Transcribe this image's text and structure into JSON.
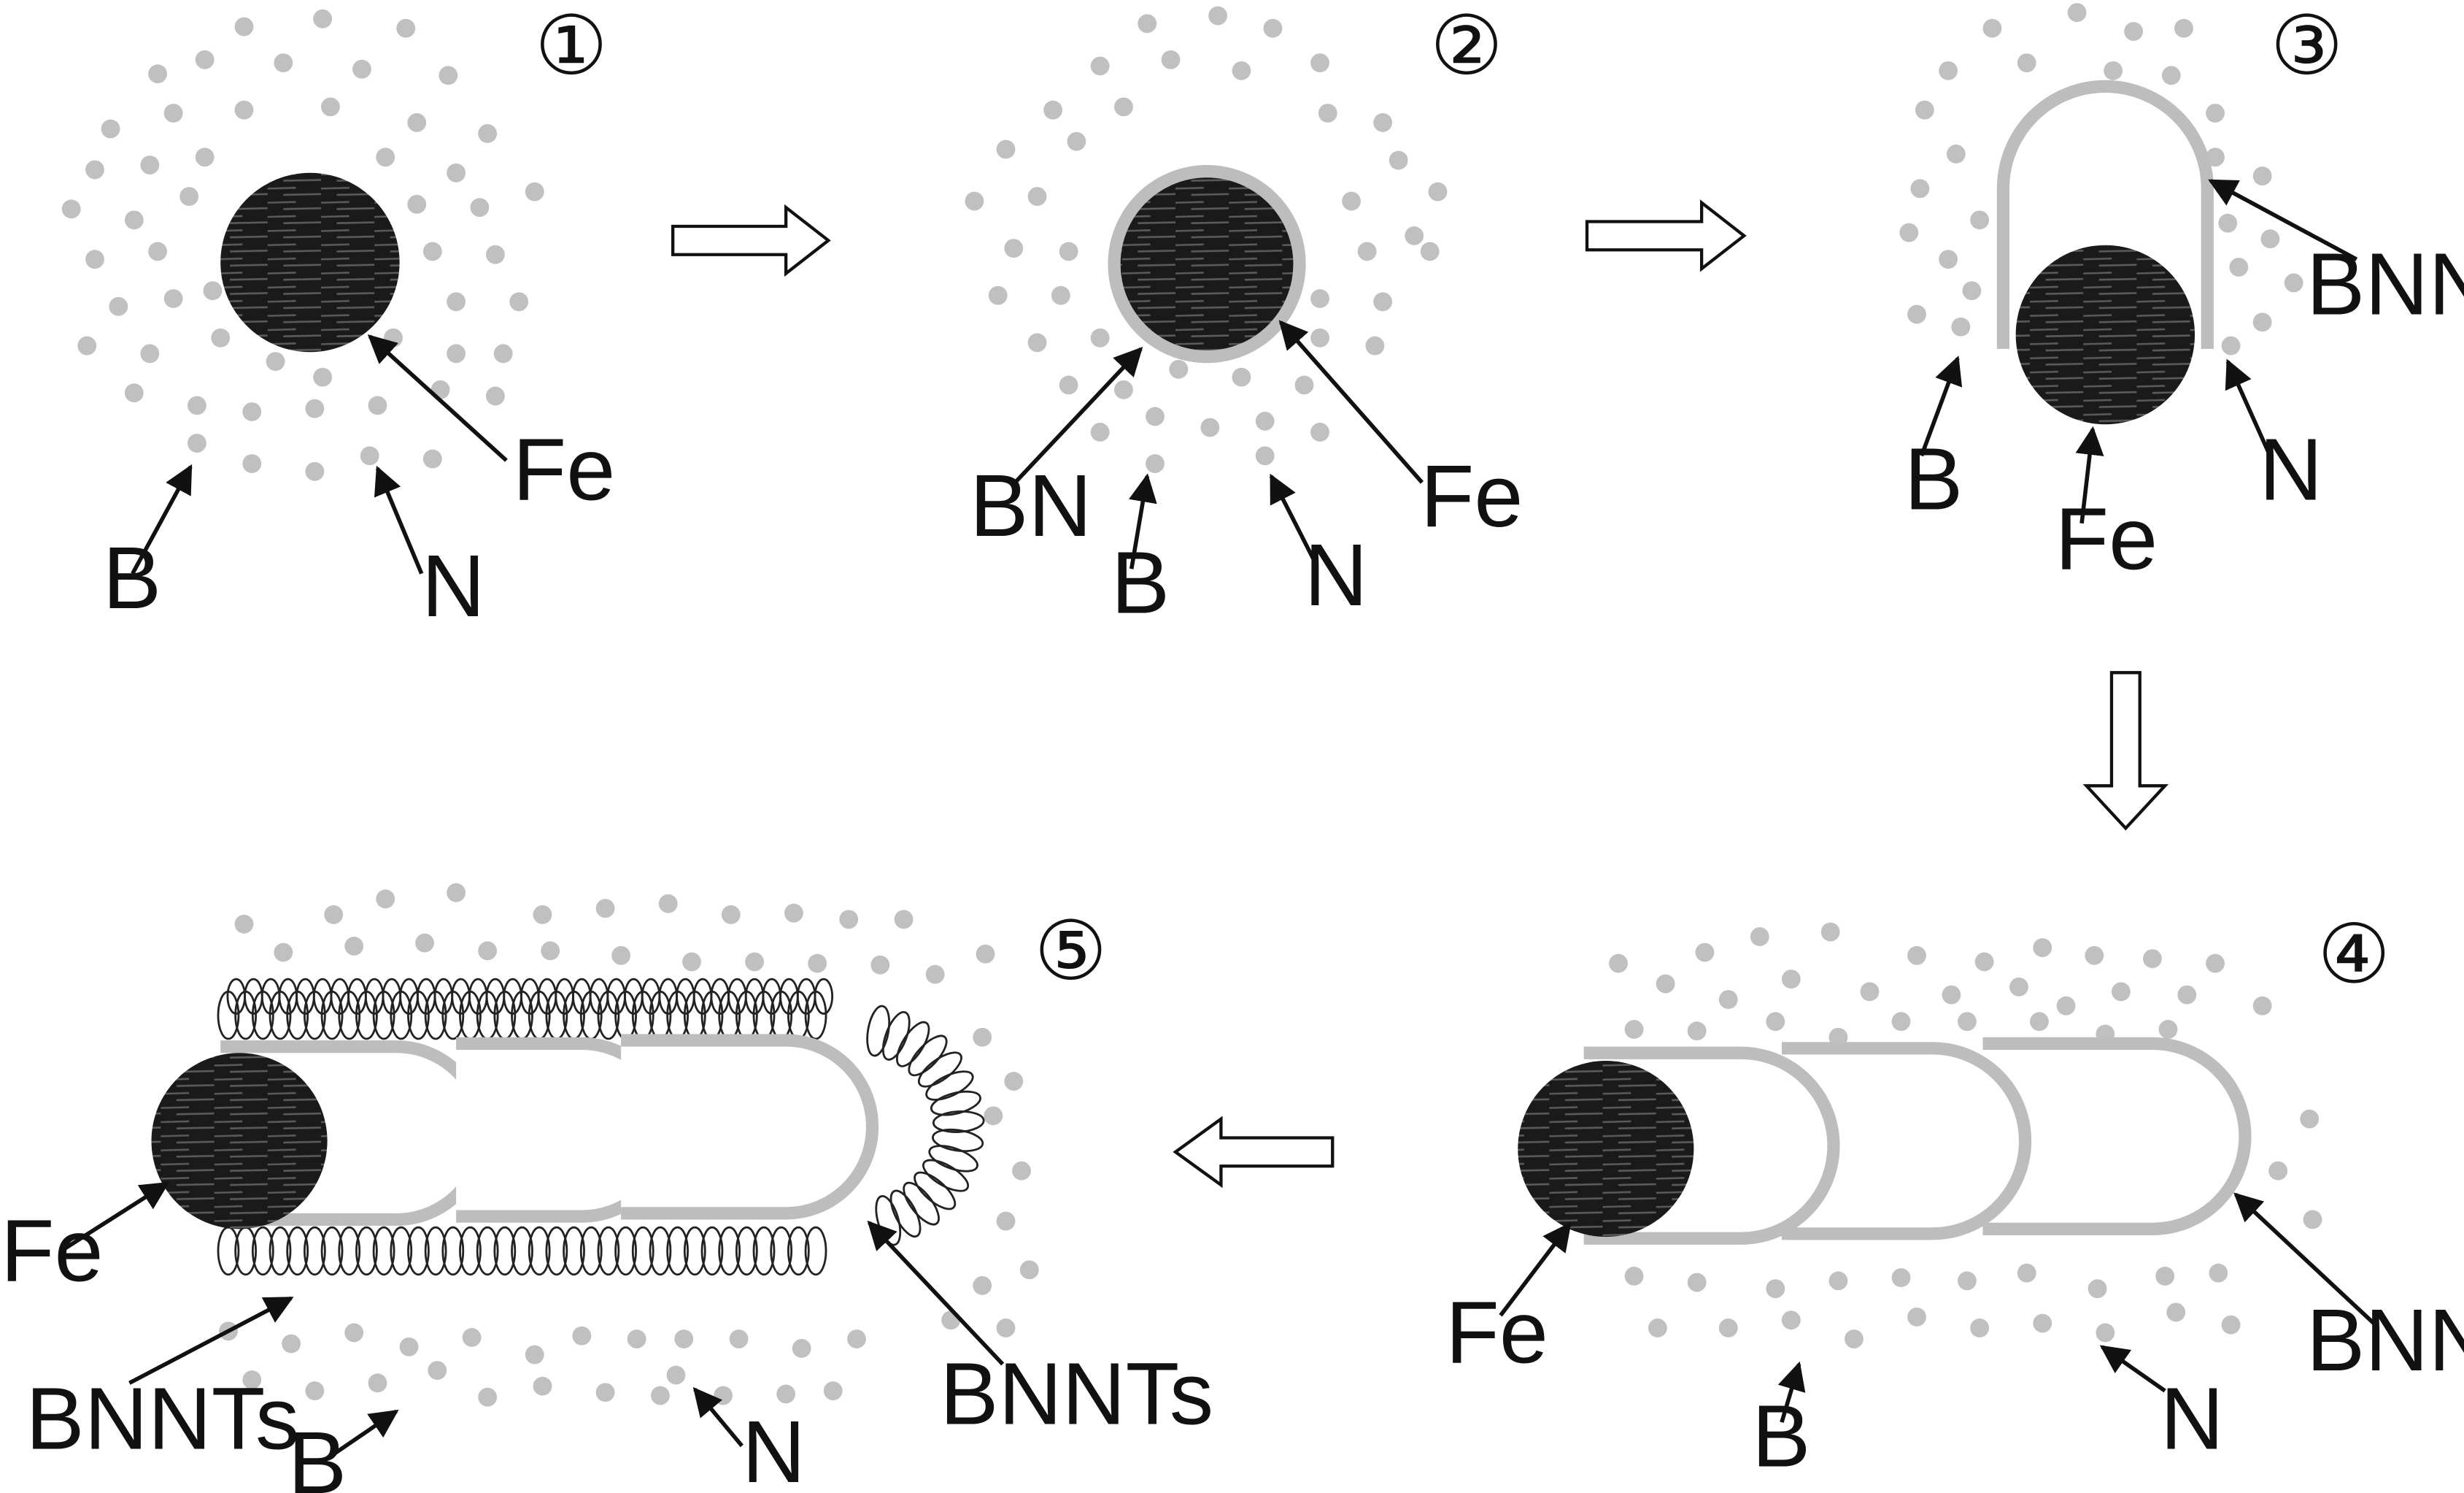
{
  "colors": {
    "dot": "#c0c0c0",
    "particle": "#1a1a1a",
    "particle_stripe": "#5a5a5a",
    "shell": "#bdbdbd",
    "line": "#111111",
    "flow_arrow_fill": "#ffffff"
  },
  "steps": {
    "s1": {
      "number": "①",
      "fe": "Fe",
      "b": "B",
      "n": "N"
    },
    "s2": {
      "number": "②",
      "bn": "BN",
      "fe": "Fe",
      "b": "B",
      "n": "N"
    },
    "s3": {
      "number": "③",
      "bnnts": "BNNTs",
      "fe": "Fe",
      "b": "B",
      "n": "N"
    },
    "s4": {
      "number": "④",
      "fe": "Fe",
      "bnnts": "BNNTs",
      "b": "B",
      "n": "N"
    },
    "s5": {
      "number": "⑤",
      "fe": "Fe",
      "bnnts_left": "BNNTs",
      "bnnts_right": "BNNTs",
      "b": "B",
      "n": "N"
    }
  }
}
